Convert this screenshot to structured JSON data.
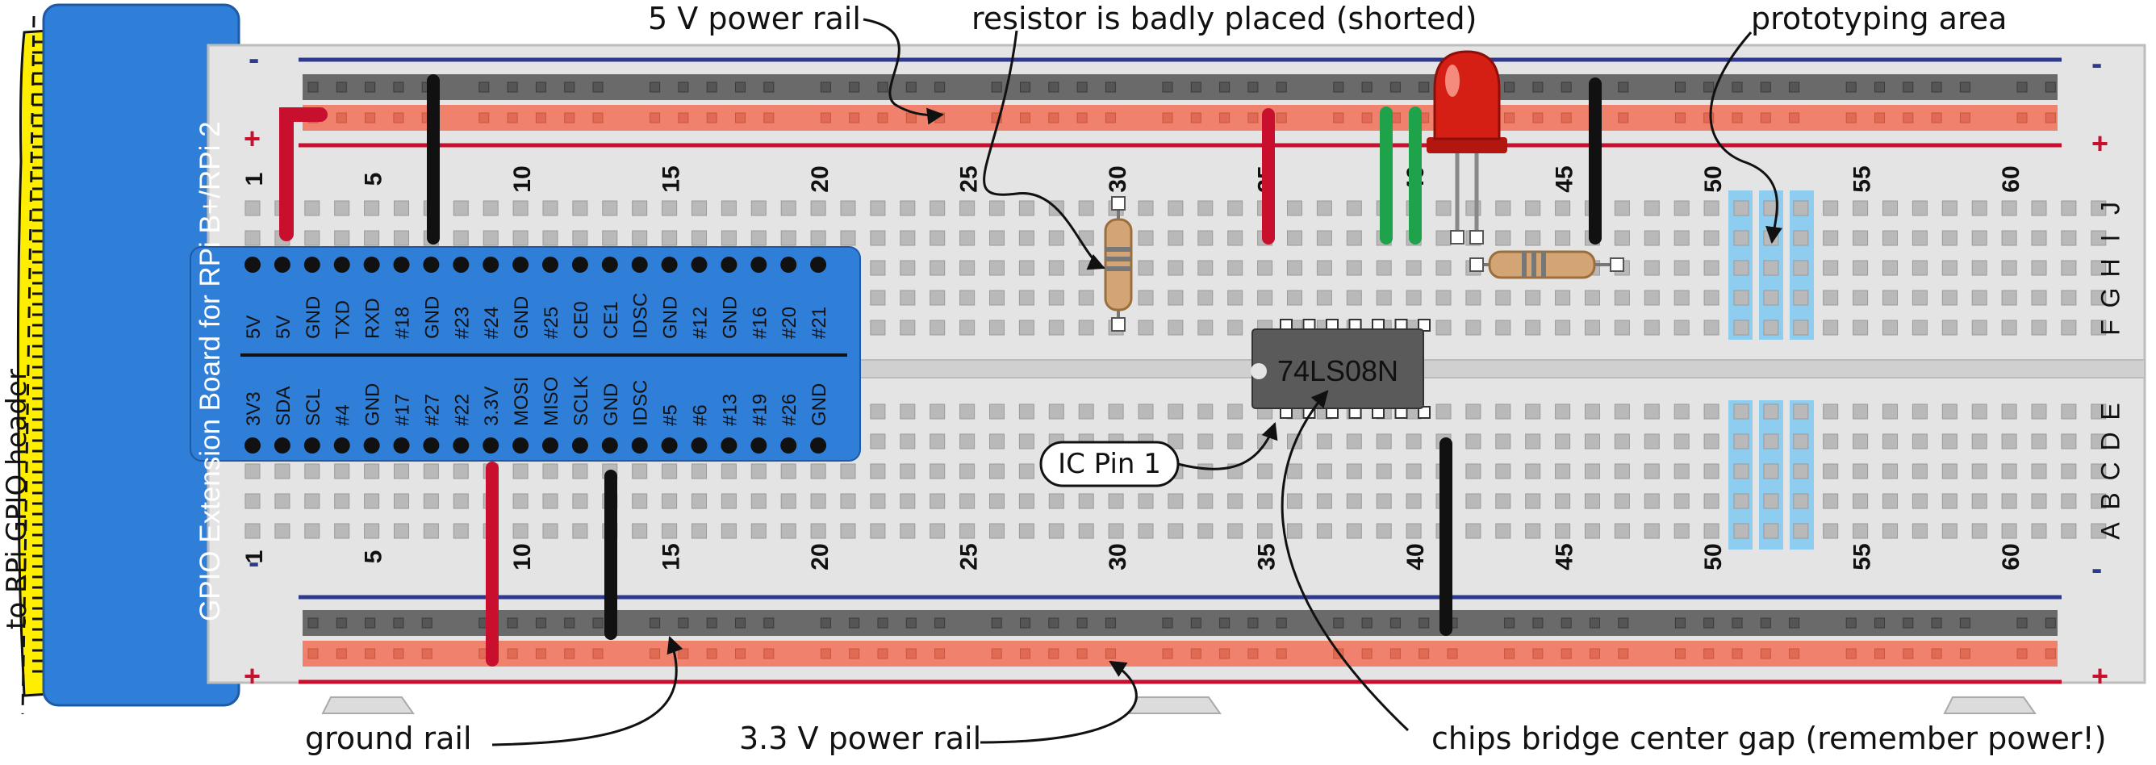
{
  "callouts": {
    "five_v_rail": "5 V power rail",
    "resistor_shorted": "resistor is badly placed (shorted)",
    "prototyping_area": "prototyping area",
    "ic_pin1": "IC Pin 1",
    "ground_rail": "ground rail",
    "three_v_rail": "3.3 V power rail",
    "chip_gap": "chips bridge center gap (remember power!)",
    "gpio_header": "to RPi GPIO header"
  },
  "board_title": "GPIO Extension Board for RPi B+/RPi 2",
  "ic_label": "74LS08N",
  "rail_signs": {
    "minus": "-",
    "plus": "+"
  },
  "row_letters_top": [
    "J",
    "I",
    "H",
    "G",
    "F"
  ],
  "row_letters_bottom": [
    "E",
    "D",
    "C",
    "B",
    "A"
  ],
  "column_numbers": [
    "1",
    "5",
    "10",
    "15",
    "20",
    "25",
    "30",
    "35",
    "40",
    "45",
    "50",
    "55",
    "60"
  ],
  "gpio_pins_top": [
    "5V",
    "5V",
    "GND",
    "TXD",
    "RXD",
    "#18",
    "GND",
    "#23",
    "#24",
    "GND",
    "#25",
    "CE0",
    "CE1",
    "IDSC",
    "GND",
    "#12",
    "GND",
    "#16",
    "#20",
    "#21"
  ],
  "gpio_pins_bottom": [
    "3V3",
    "SDA",
    "SCL",
    "#4",
    "GND",
    "#17",
    "#27",
    "#22",
    "3.3V",
    "MOSI",
    "MISO",
    "SCLK",
    "GND",
    "IDSC",
    "#5",
    "#6",
    "#13",
    "#19",
    "#26",
    "GND"
  ],
  "colors": {
    "board": "#e4e4e4",
    "hole": "#b9b9b9",
    "rail_red": "#f0826d",
    "rail_dark": "#6a6a6a",
    "line_blue": "#2e3a8f",
    "line_red": "#c8102e",
    "gpio_blue": "#2f7ed8",
    "ribbon_yellow": "#ffee00",
    "wire_red": "#c8102e",
    "wire_black": "#111111",
    "wire_green": "#1fa34a",
    "proto_blue": "#8fcdf0",
    "chip": "#5a5a5a"
  }
}
